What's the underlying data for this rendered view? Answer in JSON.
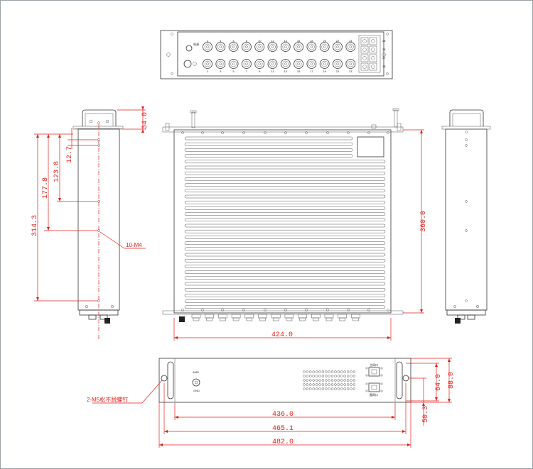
{
  "top_view": {
    "top_port_labels": [
      "2",
      "4",
      "6",
      "8",
      "10",
      "12",
      "14",
      "16",
      "18",
      "20",
      "22",
      "24"
    ],
    "bottom_port_labels": [
      "1",
      "3",
      "5",
      "7",
      "9",
      "11",
      "13",
      "15",
      "17",
      "19",
      "21",
      "23"
    ],
    "fiber_labels": [
      "25",
      "26",
      "27",
      "28"
    ],
    "power_label": "电源"
  },
  "side_view": {
    "dims": [
      "34.0",
      "12.7",
      "123.8",
      "177.8",
      "314.3"
    ],
    "hole_callout": "10-M4"
  },
  "front_view": {
    "dims": [
      "360.0",
      "424.0"
    ]
  },
  "rear_view": {
    "dims": [
      "436.0",
      "465.1",
      "482.0",
      "64.0",
      "88.0",
      "50.3"
    ],
    "screw_callout": "2-M5松不脱螺钉",
    "power_label": "AMD",
    "port_labels": [
      "主网口",
      "备网口"
    ]
  }
}
